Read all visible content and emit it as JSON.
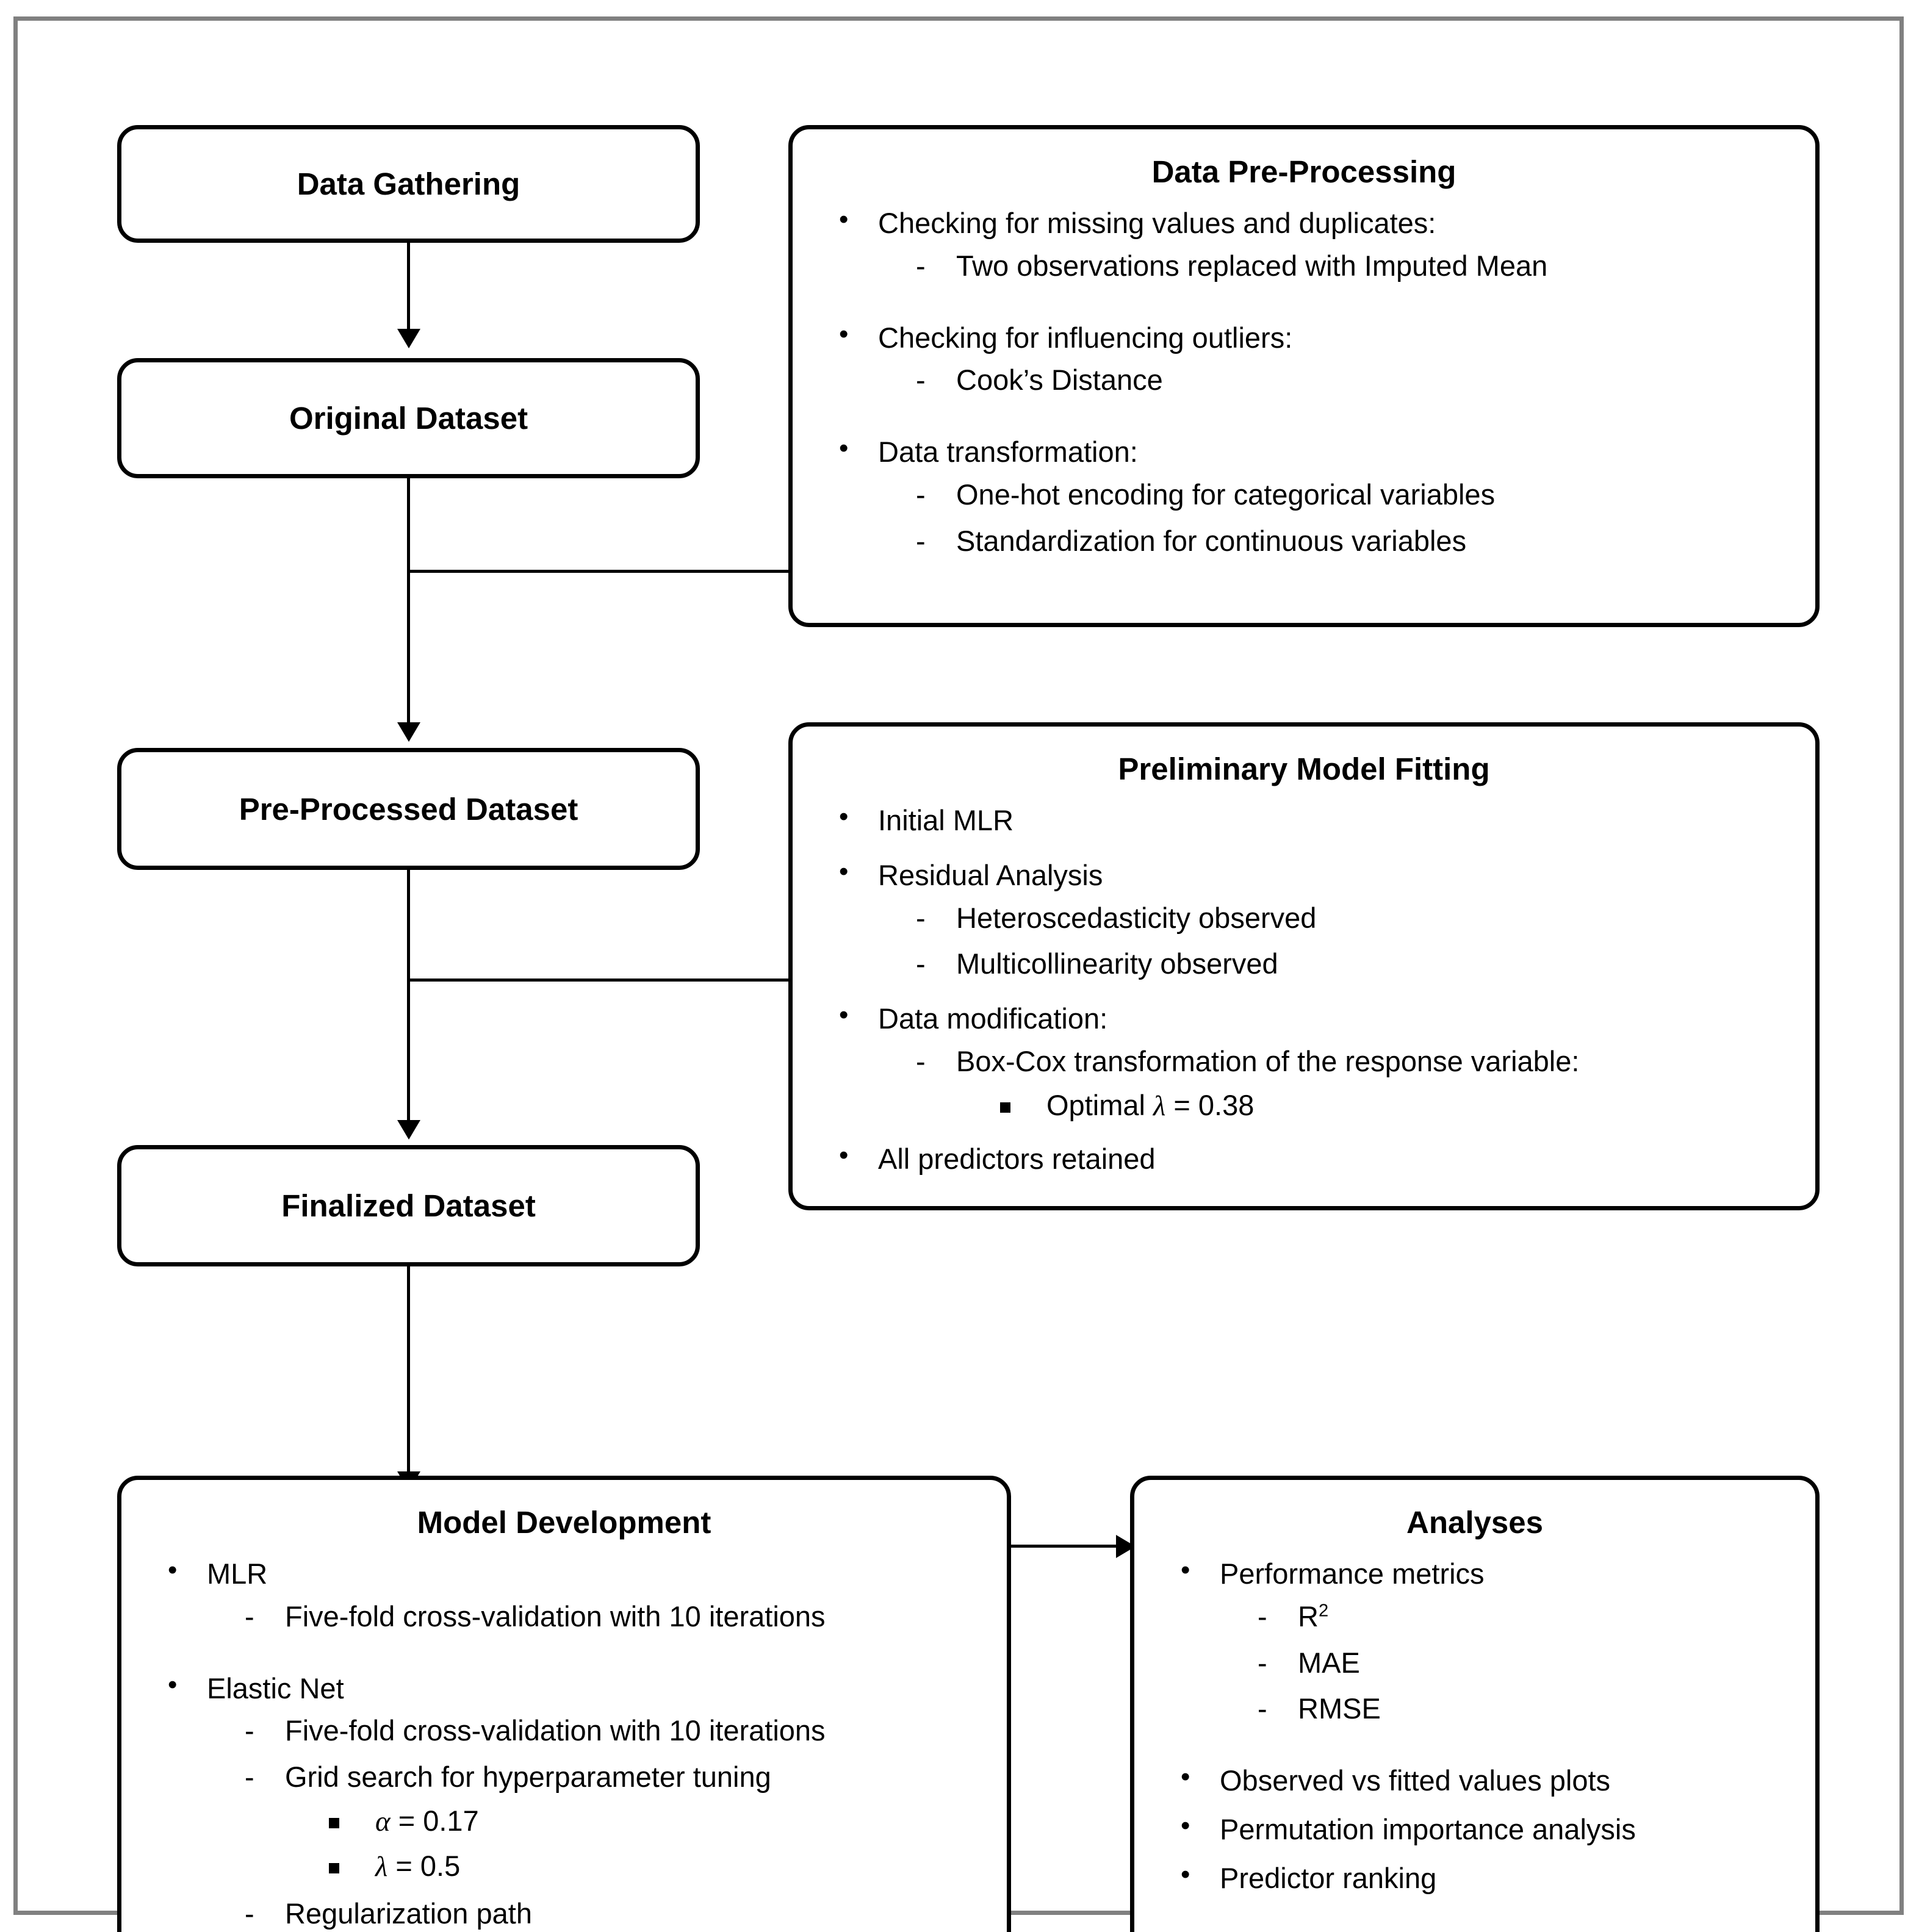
{
  "diagram": {
    "title": "Modeling workflow flowchart",
    "accent_color": "#000000",
    "frame_color": "#808080",
    "background": "#ffffff"
  },
  "nodes": {
    "data_gathering": {
      "label": "Data  Gathering"
    },
    "original_dataset": {
      "label": "Original Dataset"
    },
    "preprocessed_dataset": {
      "label": "Pre-Processed Dataset"
    },
    "finalized_dataset": {
      "label": "Finalized Dataset"
    },
    "data_preprocessing": {
      "title": "Data  Pre-Processing",
      "items": [
        {
          "text": "Checking for missing values and duplicates:",
          "sub": [
            {
              "text": "Two observations replaced with Imputed Mean"
            }
          ]
        },
        {
          "text": "Checking for influencing outliers:",
          "sub": [
            {
              "text": "Cook’s Distance"
            }
          ]
        },
        {
          "text": "Data transformation:",
          "sub": [
            {
              "text": "One-hot encoding for categorical variables"
            },
            {
              "text": "Standardization for continuous variables"
            }
          ]
        }
      ]
    },
    "preliminary_model_fitting": {
      "title": "Preliminary Model Fitting",
      "items": [
        {
          "text": "Initial MLR",
          "sub": []
        },
        {
          "text": "Residual Analysis",
          "sub": [
            {
              "text": "Heteroscedasticity observed"
            },
            {
              "text": "Multicollinearity observed"
            }
          ]
        },
        {
          "text": "Data modification:",
          "sub": [
            {
              "text": "Box-Cox transformation of the response variable:",
              "sub": [
                {
                  "prefix": "Optimal ",
                  "symbol": "λ",
                  "suffix": " = 0.38"
                }
              ]
            }
          ]
        },
        {
          "text": "All predictors retained",
          "sub": []
        }
      ]
    },
    "model_development": {
      "title": "Model Development",
      "items": [
        {
          "text": "MLR",
          "sub": [
            {
              "text": "Five-fold cross-validation with 10 iterations"
            }
          ]
        },
        {
          "text": "Elastic Net",
          "sub": [
            {
              "text": "Five-fold cross-validation with 10 iterations"
            },
            {
              "text": "Grid search for hyperparameter tuning",
              "sub": [
                {
                  "symbol": "α",
                  "suffix": " = 0.17"
                },
                {
                  "symbol": "λ",
                  "suffix": " = 0.5"
                }
              ]
            },
            {
              "text": "Regularization path"
            }
          ]
        }
      ]
    },
    "analyses": {
      "title": "Analyses",
      "items": [
        {
          "text": "Performance metrics",
          "sub": [
            {
              "text": "R",
              "sup": "2"
            },
            {
              "text": "MAE"
            },
            {
              "text": "RMSE"
            }
          ]
        },
        {
          "text": "Observed vs fitted values plots",
          "sub": []
        },
        {
          "text": "Permutation importance analysis",
          "sub": []
        },
        {
          "text": "Predictor ranking",
          "sub": []
        }
      ]
    }
  }
}
